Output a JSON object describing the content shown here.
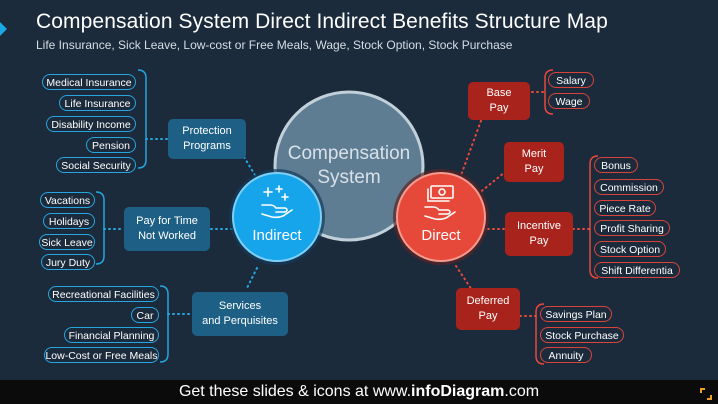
{
  "header": {
    "title": "Compensation System Direct Indirect Benefits Structure Map",
    "subtitle": "Life Insurance, Sick Leave, Low-cost or Free Meals, Wage, Stock Option, Stock Purchase"
  },
  "center": {
    "label_line1": "Compensation",
    "label_line2": "System"
  },
  "indirect": {
    "label": "Indirect",
    "categories": [
      {
        "label_line1": "Protection",
        "label_line2": "Programs",
        "items": [
          "Medical Insurance",
          "Life Insurance",
          "Disability Income",
          "Pension",
          "Social Security"
        ]
      },
      {
        "label_line1": "Pay for Time",
        "label_line2": "Not Worked",
        "items": [
          "Vacations",
          "Holidays",
          "Sick Leave",
          "Jury Duty"
        ]
      },
      {
        "label_line1": "Services",
        "label_line2": "and Perquisites",
        "items": [
          "Recreational Facilities",
          "Car",
          "Financial Planning",
          "Low-Cost or Free Meals"
        ]
      }
    ]
  },
  "direct": {
    "label": "Direct",
    "categories": [
      {
        "label_line1": "Base",
        "label_line2": "Pay",
        "items": [
          "Salary",
          "Wage"
        ]
      },
      {
        "label_line1": "Merit",
        "label_line2": "Pay",
        "items": []
      },
      {
        "label_line1": "Incentive",
        "label_line2": "Pay",
        "items": [
          "Bonus",
          "Commission",
          "Piece Rate",
          "Profit Sharing",
          "Stock Option",
          "Shift Differentia"
        ]
      },
      {
        "label_line1": "Deferred",
        "label_line2": "Pay",
        "items": [
          "Savings Plan",
          "Stock Purchase",
          "Annuity"
        ]
      }
    ]
  },
  "footer": {
    "prefix": "Get these slides & icons at www.",
    "brand": "infoDiagram",
    "suffix": ".com"
  },
  "colors": {
    "background": "#1b2b3b",
    "blue_accent": "#1aa8e8",
    "red_accent": "#e8493b",
    "blue_box": "#1d5f85",
    "red_box": "#a8231b",
    "center_circle": "#5f7d92"
  },
  "icons": {
    "indirect": "hand-sparkles-icon",
    "direct": "hand-money-icon",
    "corner": "corner-brackets-icon"
  }
}
